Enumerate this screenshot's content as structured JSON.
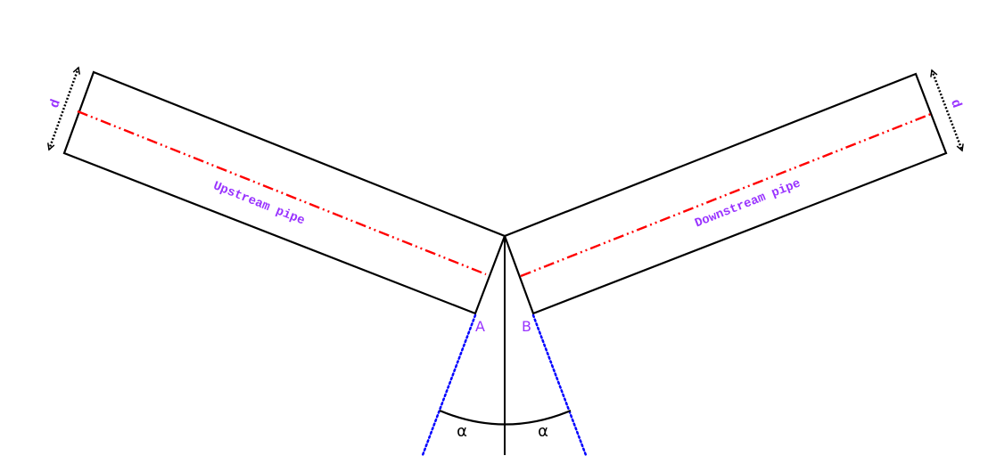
{
  "diagram": {
    "type": "pipe-bend-geometry",
    "colors": {
      "outline": "#000000",
      "centerline": "#ff0000",
      "extension": "#0000ff",
      "label": "#9933ff",
      "dimension": "#000000"
    },
    "labels": {
      "upstream": "Upstream pipe",
      "downstream": "Downstream pipe",
      "diameter_left": "d",
      "diameter_right": "d",
      "point_a": "A",
      "point_b": "B",
      "angle_left": "α",
      "angle_right": "α"
    }
  }
}
